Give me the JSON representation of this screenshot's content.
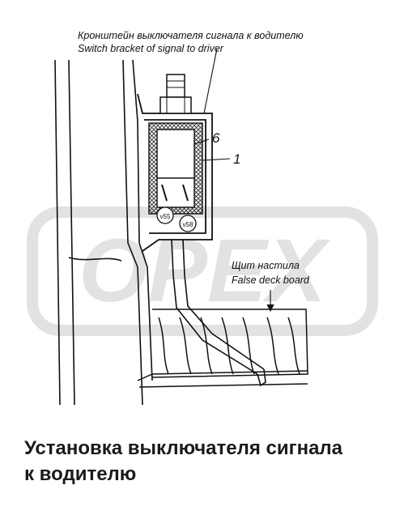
{
  "labels": {
    "bracket_ru": "Кронштейн выключателя сигнала к водителю",
    "bracket_en": "Switch bracket of signal to driver",
    "board_ru": "Щит настила",
    "board_en": "False deck board",
    "callout_6": "6",
    "callout_1": "1",
    "tag_v55": "v55",
    "tag_v58": "v58"
  },
  "watermark": {
    "text": "OPEX"
  },
  "caption": {
    "line1": "Установка выключателя сигнала",
    "line2": "к водителю"
  }
}
